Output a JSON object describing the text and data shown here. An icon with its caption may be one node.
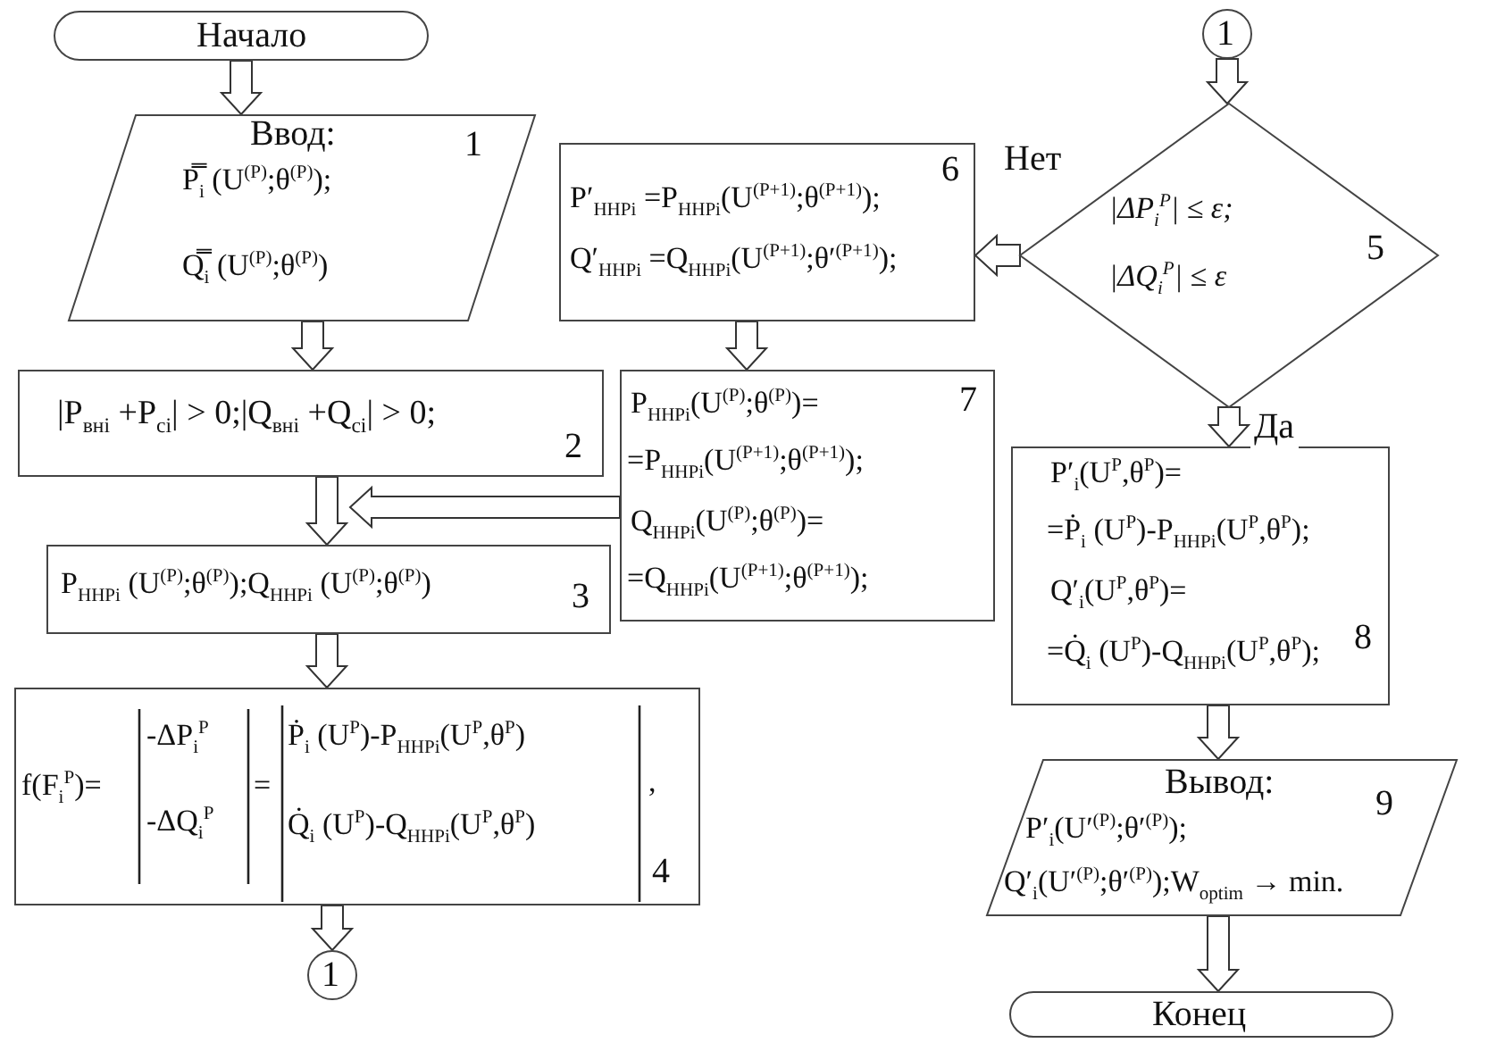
{
  "diagram": {
    "nodes": [
      {
        "text": [
          "Начало"
        ]
      },
      {
        "text": [
          "Ввод:",
          "P̿$_{i}$ (U$^{(P)}$;θ$^{(P)}$);",
          "Q̿$_{i}$ (U$^{(P)}$;θ$^{(P)}$)",
          "1"
        ]
      },
      {
        "text": [
          "|P$_{вні}$ +P$_{сі}$| > 0;|Q$_{вні}$ +Q$_{сі}$| > 0;",
          "2"
        ]
      },
      {
        "text": [
          "P$_{HHPi}$ (U$^{(P)}$;θ$^{(P)}$);Q$_{HHPi}$ (U$^{(P)}$;θ$^{(P)}$)",
          "3"
        ]
      },
      {
        "text": [
          "f(F$_{i}$$^{P}$)=",
          "-ΔP$_{i}$$^{P}$",
          "-ΔQ$_{i}$$^{P}$",
          "=",
          "Ṗ$_{i}$ (U$^{P}$)-P$_{HHPi}$(U$^{P}$,θ$^{P}$)",
          "Q̇$_{i}$ (U$^{P}$)-Q$_{HHPi}$(U$^{P}$,θ$^{P}$)",
          ",",
          "4"
        ]
      },
      {
        "text": [
          "1"
        ]
      },
      {
        "text": [
          "1"
        ]
      },
      {
        "text": [
          "|ΔP$_{i}$$^{P}$| ≤ ε;",
          "|ΔQ$_{i}$$^{P}$| ≤ ε",
          "5"
        ]
      },
      {
        "text": [
          "P′$_{HHPi}$ =P$_{HHPi}$(U$^{(P+1)}$;θ$^{(P+1)}$);",
          "Q′$_{HHPi}$ =Q$_{HHPi}$(U$^{(P+1)}$;θ′$^{(P+1)}$);",
          "6"
        ]
      },
      {
        "text": [
          "P$_{HHPi}$(U$^{(P)}$;θ$^{(P)}$)=",
          "=P$_{HHPi}$(U$^{(P+1)}$;θ$^{(P+1)}$);",
          "Q$_{HHPi}$(U$^{(P)}$;θ$^{(P)}$)=",
          "=Q$_{HHPi}$(U$^{(P+1)}$;θ$^{(P+1)}$);",
          "7"
        ]
      },
      {
        "text": [
          "P′$_{i}$(U$^{P}$,θ$^{P}$)=",
          "=Ṗ$_{i}$ (U$^{P}$)-P$_{HHPi}$(U$^{P}$,θ$^{P}$);",
          "Q′$_{i}$(U$^{P}$,θ$^{P}$)=",
          "=Q̇$_{i}$ (U$^{P}$)-Q$_{HHPi}$(U$^{P}$,θ$^{P}$);",
          "8"
        ]
      },
      {
        "text": [
          "Вывод:",
          "P′$_{i}$(U′$^{(P)}$;θ′$^{(P)}$);",
          "Q′$_{i}$(U′$^{(P)}$;θ′$^{(P)}$);W$_{optim}$ → min.",
          "9"
        ]
      },
      {
        "text": [
          "Конец"
        ]
      }
    ],
    "edges": [
      {
        "from": 0,
        "to": 1,
        "arrow": "to"
      },
      {
        "from": 1,
        "to": 2,
        "arrow": "to"
      },
      {
        "from": 2,
        "to": 3,
        "arrow": "to"
      },
      {
        "from": 3,
        "to": 4,
        "arrow": "to"
      },
      {
        "from": 4,
        "to": 5,
        "arrow": "to"
      },
      {
        "from": 6,
        "to": 7,
        "arrow": "to"
      },
      {
        "from": 7,
        "to": 8,
        "arrow": "to",
        "label": "Нет"
      },
      {
        "from": 7,
        "to": 10,
        "arrow": "to",
        "label": "Да"
      },
      {
        "from": 8,
        "to": 9,
        "arrow": "to"
      },
      {
        "from": 9,
        "to": 3,
        "arrow": "to"
      },
      {
        "from": 10,
        "to": 11,
        "arrow": "to"
      },
      {
        "from": 11,
        "to": 12,
        "arrow": "to"
      }
    ]
  }
}
